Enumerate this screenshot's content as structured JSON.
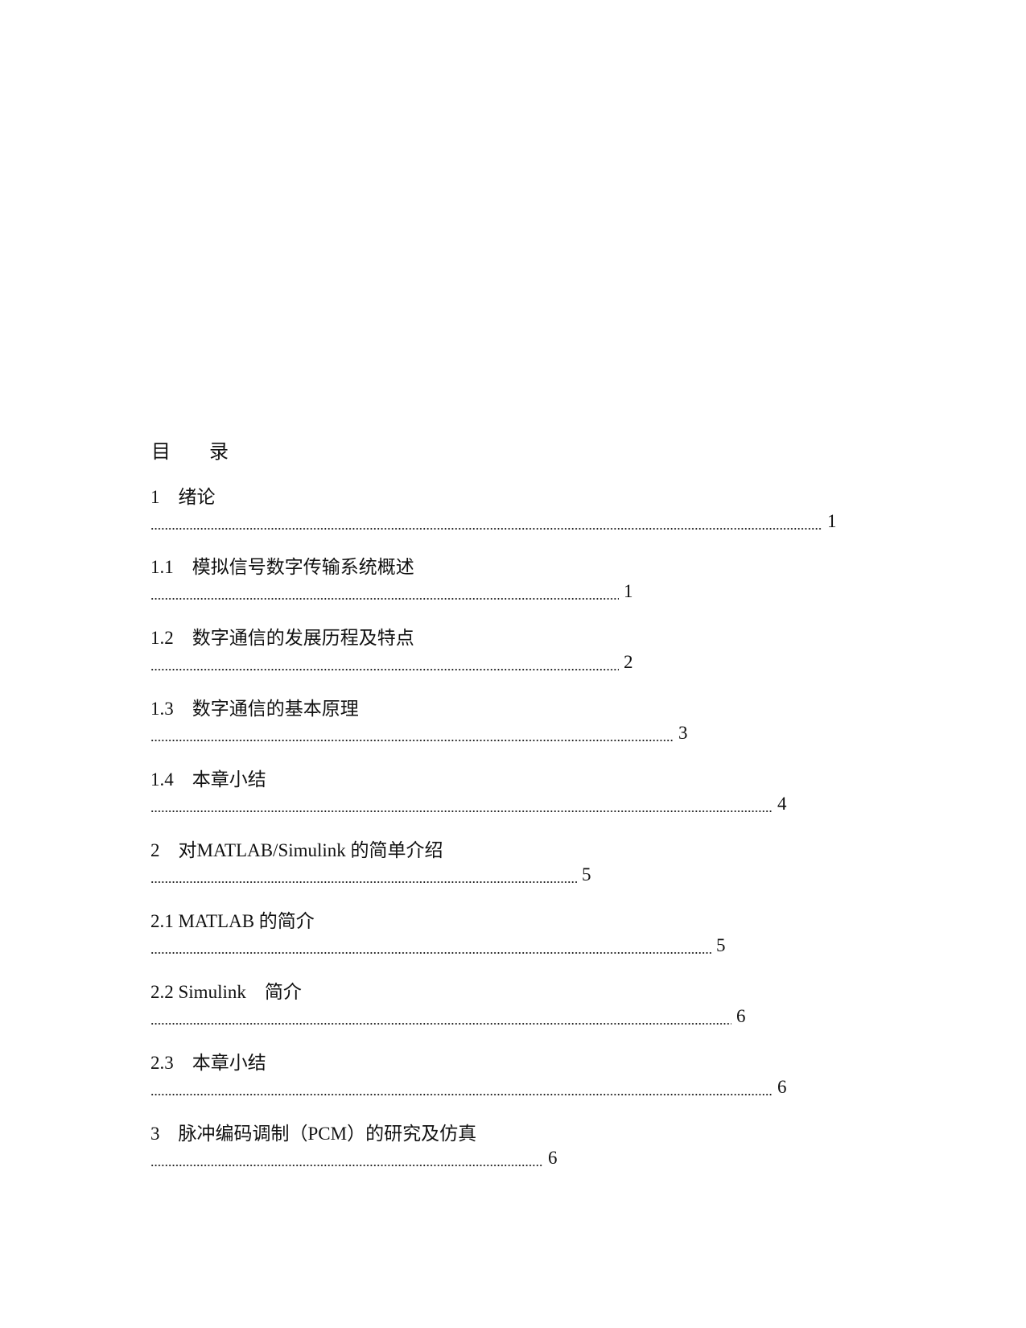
{
  "toc": {
    "heading": "目　　录",
    "entries": [
      {
        "title": "1　绪论",
        "page": "1"
      },
      {
        "title": "1.1　模拟信号数字传输系统概述",
        "page": "1"
      },
      {
        "title": "1.2　数字通信的发展历程及特点",
        "page": "2"
      },
      {
        "title": "1.3　数字通信的基本原理",
        "page": "3"
      },
      {
        "title": "1.4　本章小结",
        "page": "4"
      },
      {
        "title": "2　对MATLAB/Simulink 的简单介绍",
        "page": "5"
      },
      {
        "title": "2.1 MATLAB 的简介",
        "page": "5"
      },
      {
        "title": "2.2 Simulink　简介",
        "page": "6"
      },
      {
        "title": "2.3　本章小结",
        "page": "6"
      },
      {
        "title": "3　脉冲编码调制（PCM）的研究及仿真",
        "page": "6"
      }
    ]
  }
}
